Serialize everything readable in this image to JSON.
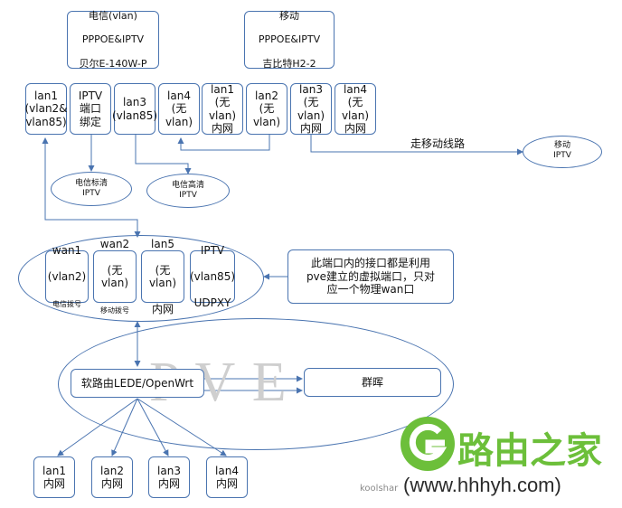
{
  "isp_telecom": {
    "title": "电信(vlan)",
    "line2": "PPPOE&IPTV",
    "line3": "贝尔E-140W-P"
  },
  "isp_mobile": {
    "title": "移动",
    "line2": "PPPOE&IPTV",
    "line3": "吉比特H2-2"
  },
  "telecom_ports": [
    {
      "label": "lan1\n(vlan2&\nvlan85)"
    },
    {
      "label": "IPTV\n端口\n绑定"
    },
    {
      "label": "lan3\n(vlan85)"
    },
    {
      "label": "lan4\n(无vlan)"
    }
  ],
  "mobile_ports": [
    {
      "label": "lan1\n(无vlan)\n内网"
    },
    {
      "label": "lan2\n(无vlan)"
    },
    {
      "label": "lan3\n(无vlan)\n内网"
    },
    {
      "label": "lan4\n(无vlan)\n内网"
    }
  ],
  "mobile_route_text": "走移动线路",
  "mobile_iptv": "移动\nIPTV",
  "telecom_sd_iptv": "电信标清\nIPTV",
  "telecom_hd_iptv": "电信高清\nIPTV",
  "virtual_ports": [
    {
      "line1": "wan1",
      "line2": "(vlan2)",
      "line3": "电信拨号"
    },
    {
      "line1": "wan2",
      "line2": "(无vlan)",
      "line3": "移动拨号"
    },
    {
      "line1": "lan5",
      "line2": "(无vlan)",
      "line3": "内网"
    },
    {
      "line1": "IPTV",
      "line2": "(vlan85)",
      "line3": "UDPXY"
    }
  ],
  "note": "此端口内的接口都是利用\npve建立的虚拟端口，只对\n应一个物理wan口",
  "pve_watermark": "P  V  E",
  "router": "软路由LEDE/OpenWrt",
  "nas": "群晖",
  "lan_ports": [
    {
      "label": "lan1\n内网"
    },
    {
      "label": "lan2\n内网"
    },
    {
      "label": "lan3\n内网"
    },
    {
      "label": "lan4\n内网"
    }
  ],
  "brand": {
    "name": "路由之家",
    "url": "(www.hhhyh.com)",
    "color": "#6cbf3a"
  },
  "watermark_small": "koolshar"
}
